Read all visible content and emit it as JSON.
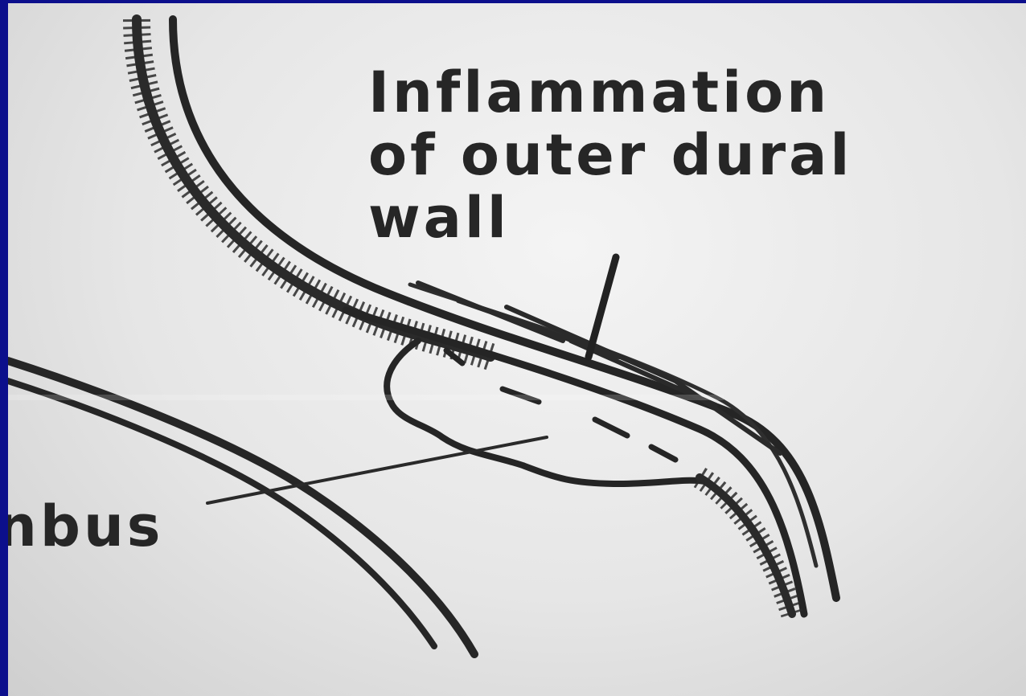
{
  "slide": {
    "background_color": "#0c0f8c",
    "panel_color": "#e9e9e9",
    "ink_color": "#262626"
  },
  "labels": {
    "main_line_1": "Inflammation",
    "main_line_2": "of outer dural",
    "main_line_3": "wall",
    "partial": "nbus"
  }
}
